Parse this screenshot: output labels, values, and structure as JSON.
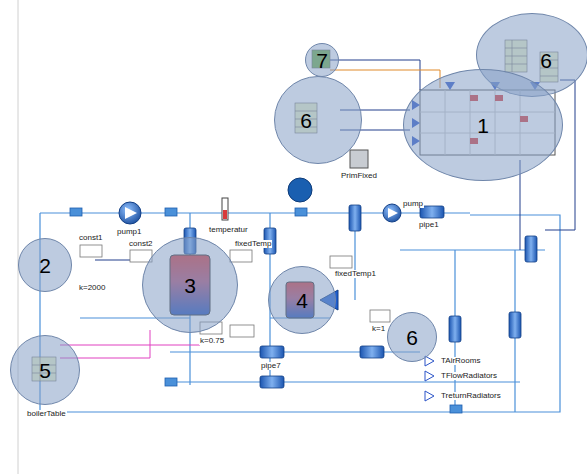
{
  "diagram": {
    "nodes": [
      {
        "text": [
          "7"
        ]
      },
      {
        "text": [
          "6"
        ]
      },
      {
        "text": [
          "6"
        ]
      },
      {
        "text": [
          "1"
        ]
      },
      {
        "text": [
          "2"
        ]
      },
      {
        "text": [
          "3"
        ]
      },
      {
        "text": [
          "4"
        ]
      },
      {
        "text": [
          "5"
        ]
      },
      {
        "text": [
          "6"
        ]
      }
    ],
    "labels": [
      "pump1",
      "temperatur",
      "PrimFixed",
      "pump",
      "pipe1",
      "const1",
      "k=2000",
      "const2",
      "fixedTemp",
      "fixedTemp1",
      "TAirRooms",
      "TFlowRadiators",
      "TreturnRadiators",
      "boilerTable",
      "pipe7",
      "k=1",
      "k=0.75"
    ]
  }
}
